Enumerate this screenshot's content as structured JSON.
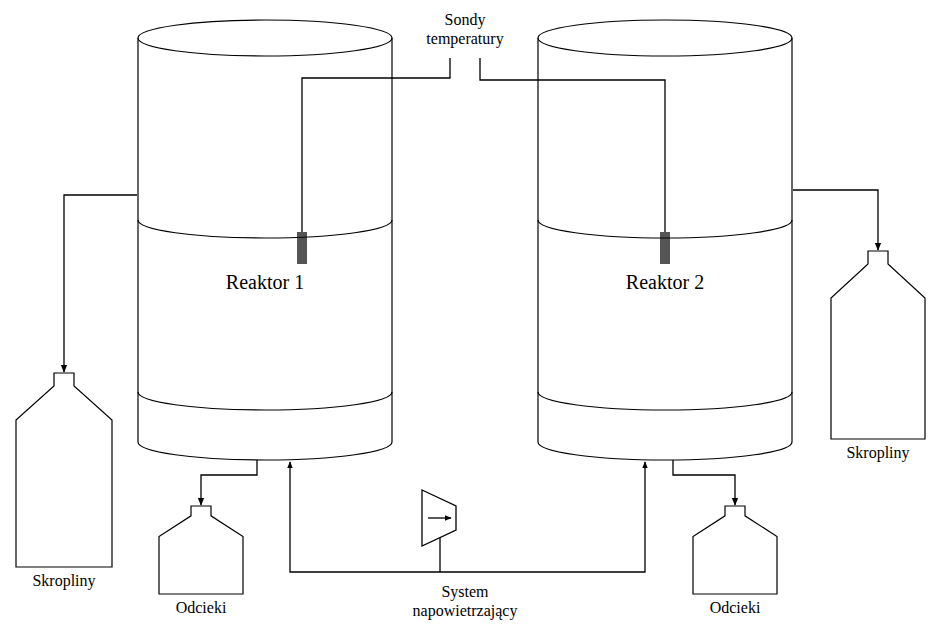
{
  "diagram": {
    "nodes": [
      {
        "text": [
          "Reaktor 1"
        ]
      },
      {
        "text": [
          "Reaktor 2"
        ]
      },
      {
        "text": [
          "Skropliny"
        ]
      },
      {
        "text": [
          "Odcieki"
        ]
      },
      {
        "text": [
          "Odcieki"
        ]
      },
      {
        "text": [
          "Skropliny"
        ]
      }
    ],
    "edges": [
      {
        "from": 0,
        "to": 2,
        "arrow": "to"
      },
      {
        "from": 0,
        "to": 3,
        "arrow": "to"
      },
      {
        "from": 1,
        "to": 4,
        "arrow": "to"
      },
      {
        "from": 1,
        "to": 5,
        "arrow": "to"
      }
    ],
    "labels": [
      "Sondy temperatury",
      "System napowietrzający"
    ]
  }
}
